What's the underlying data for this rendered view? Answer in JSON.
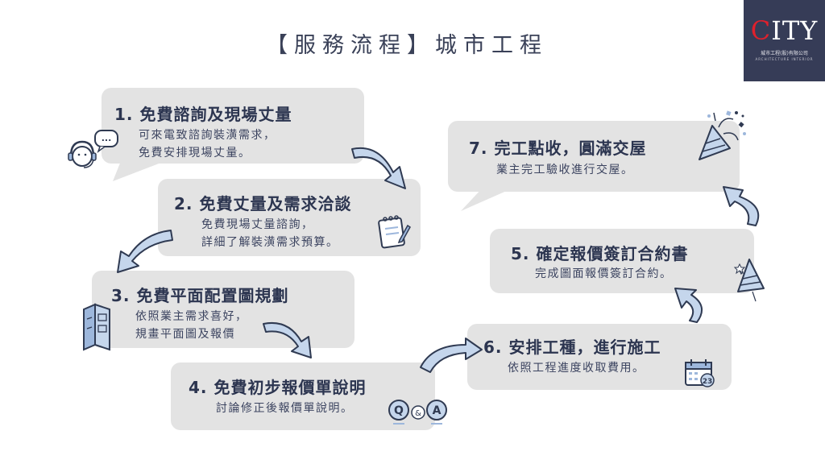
{
  "header": {
    "title": "【服務流程】城市工程"
  },
  "logo": {
    "word_accent": "C",
    "word_rest": "ITY",
    "cn": "城市工程(股)有限公司",
    "en": "ARCHITECTURE  INTERIOR",
    "colors": {
      "bg": "#363c57",
      "accent": "#e0202c"
    }
  },
  "steps": [
    {
      "title": "1. 免費諮詢及現場丈量",
      "desc1": "可來電致諮詢裝潢需求，",
      "desc2": "免費安排現場丈量。"
    },
    {
      "title": "2. 免費丈量及需求洽談",
      "desc1": "免費現場丈量諮詢，",
      "desc2": "詳細了解裝潢需求預算。"
    },
    {
      "title": "3. 免費平面配置圖規劃",
      "desc1": "依照業主需求喜好，",
      "desc2": "規畫平面圖及報價"
    },
    {
      "title": "4. 免費初步報價單說明",
      "desc1": "討論修正後報價單說明。"
    },
    {
      "title": "5. 確定報價簽訂合約書",
      "desc1": "完成圖面報價簽訂合約。"
    },
    {
      "title": "6. 安排工種，進行施工",
      "desc1": "依照工程進度收取費用。"
    },
    {
      "title": "7. 完工點收，圓滿交屋",
      "desc1": "業主完工驗收進行交屋。"
    }
  ],
  "icons": {
    "chat_dots": "...",
    "qa": {
      "q": "Q",
      "amp": "&",
      "a": "A"
    },
    "calendar_num": "23"
  },
  "colors": {
    "card": "#e3e3e3",
    "arrow_fill": "#c5d6ec",
    "arrow_stroke": "#2f3a52",
    "text": "#2c3550"
  }
}
